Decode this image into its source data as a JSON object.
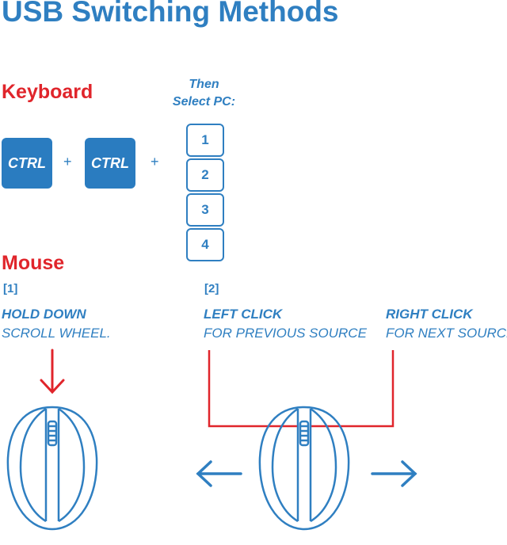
{
  "title": "USB Switching Methods",
  "keyboard": {
    "heading": "Keyboard",
    "then_line1": "Then",
    "then_line2": "Select PC:",
    "key1": "CTRL",
    "key2": "CTRL",
    "plus": "+",
    "pc_keys": [
      "1",
      "2",
      "3",
      "4"
    ]
  },
  "mouse": {
    "heading": "Mouse",
    "step1": {
      "number": "[1]",
      "action": "HOLD DOWN",
      "detail": "SCROLL WHEEL."
    },
    "step2": {
      "number": "[2]",
      "left_action": "LEFT CLICK",
      "left_detail": "FOR PREVIOUS SOURCE",
      "right_action": "RIGHT CLICK",
      "right_detail": "FOR NEXT SOURCE"
    }
  },
  "colors": {
    "blue": "#2f7fc1",
    "red": "#e0252b"
  }
}
